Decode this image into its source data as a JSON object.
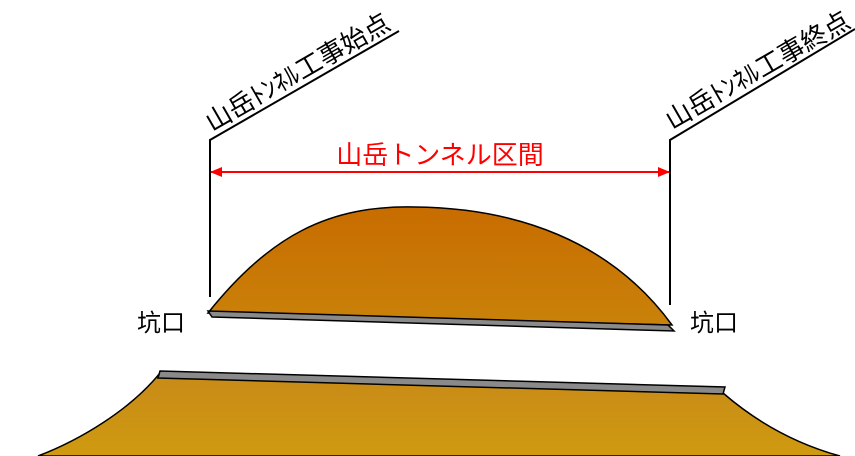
{
  "labels": {
    "start_point": "山岳ﾄﾝﾈﾙ工事始点",
    "end_point": "山岳ﾄﾝﾈﾙ工事終点",
    "section": "山岳トンネル区間",
    "portal_left": "坑口",
    "portal_right": "坑口"
  },
  "colors": {
    "mountain_top": "#c86c00",
    "mountain_bottom": "#c9820a",
    "ground_top": "#c88a18",
    "ground_bottom": "#cf9a10",
    "track_gray": "#8a8a8a",
    "dimension_red": "#ff0000"
  }
}
